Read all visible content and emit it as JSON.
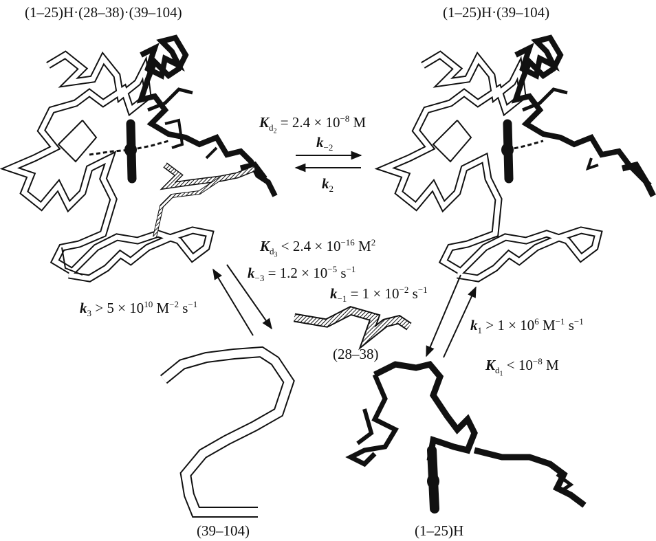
{
  "labels": {
    "complex_left": "(1–25)H·(28–38)·(39–104)",
    "complex_right": "(1–25)H·(39–104)",
    "fragment_28_38": "(28–38)",
    "fragment_39_104": "(39–104)",
    "fragment_1_25H": "(1–25)H"
  },
  "equations": {
    "kd2": {
      "sym": "K",
      "sub": "d",
      "subsub": "2",
      "rest": " = 2.4 × 10",
      "exp": "−8",
      "unit": " M"
    },
    "k_minus2": {
      "sym": "k",
      "sub": "−2"
    },
    "k2": {
      "sym": "k",
      "sub": "2"
    },
    "kd3": {
      "sym": "K",
      "sub": "d",
      "subsub": "3",
      "rest": " < 2.4 × 10",
      "exp": "−16",
      "unit": " M",
      "unit_exp": "2"
    },
    "k_minus3": {
      "sym": "k",
      "sub": "−3",
      "rest": " = 1.2 × 10",
      "exp": "−5",
      "unit": " s",
      "unit_exp": "−1"
    },
    "k3": {
      "sym": "k",
      "sub": "3",
      "rest": " > 5 × 10",
      "exp": "10",
      "unit": " M",
      "unit_exp": "−2",
      "unit2": " s",
      "unit2_exp": "−1"
    },
    "k_minus1": {
      "sym": "k",
      "sub": "−1",
      "rest": " = 1 × 10",
      "exp": "−2",
      "unit": " s",
      "unit_exp": "−1"
    },
    "k1": {
      "sym": "k",
      "sub": "1",
      "rest": " > 1 × 10",
      "exp": "6",
      "unit": " M",
      "unit_exp": "−1",
      "unit2": " s",
      "unit2_exp": "−1"
    },
    "kd1": {
      "sym": "K",
      "sub": "d",
      "subsub": "1",
      "rest": " < 10",
      "exp": "−8",
      "unit": " M"
    }
  },
  "colors": {
    "ink": "#111111",
    "paper": "#ffffff"
  }
}
